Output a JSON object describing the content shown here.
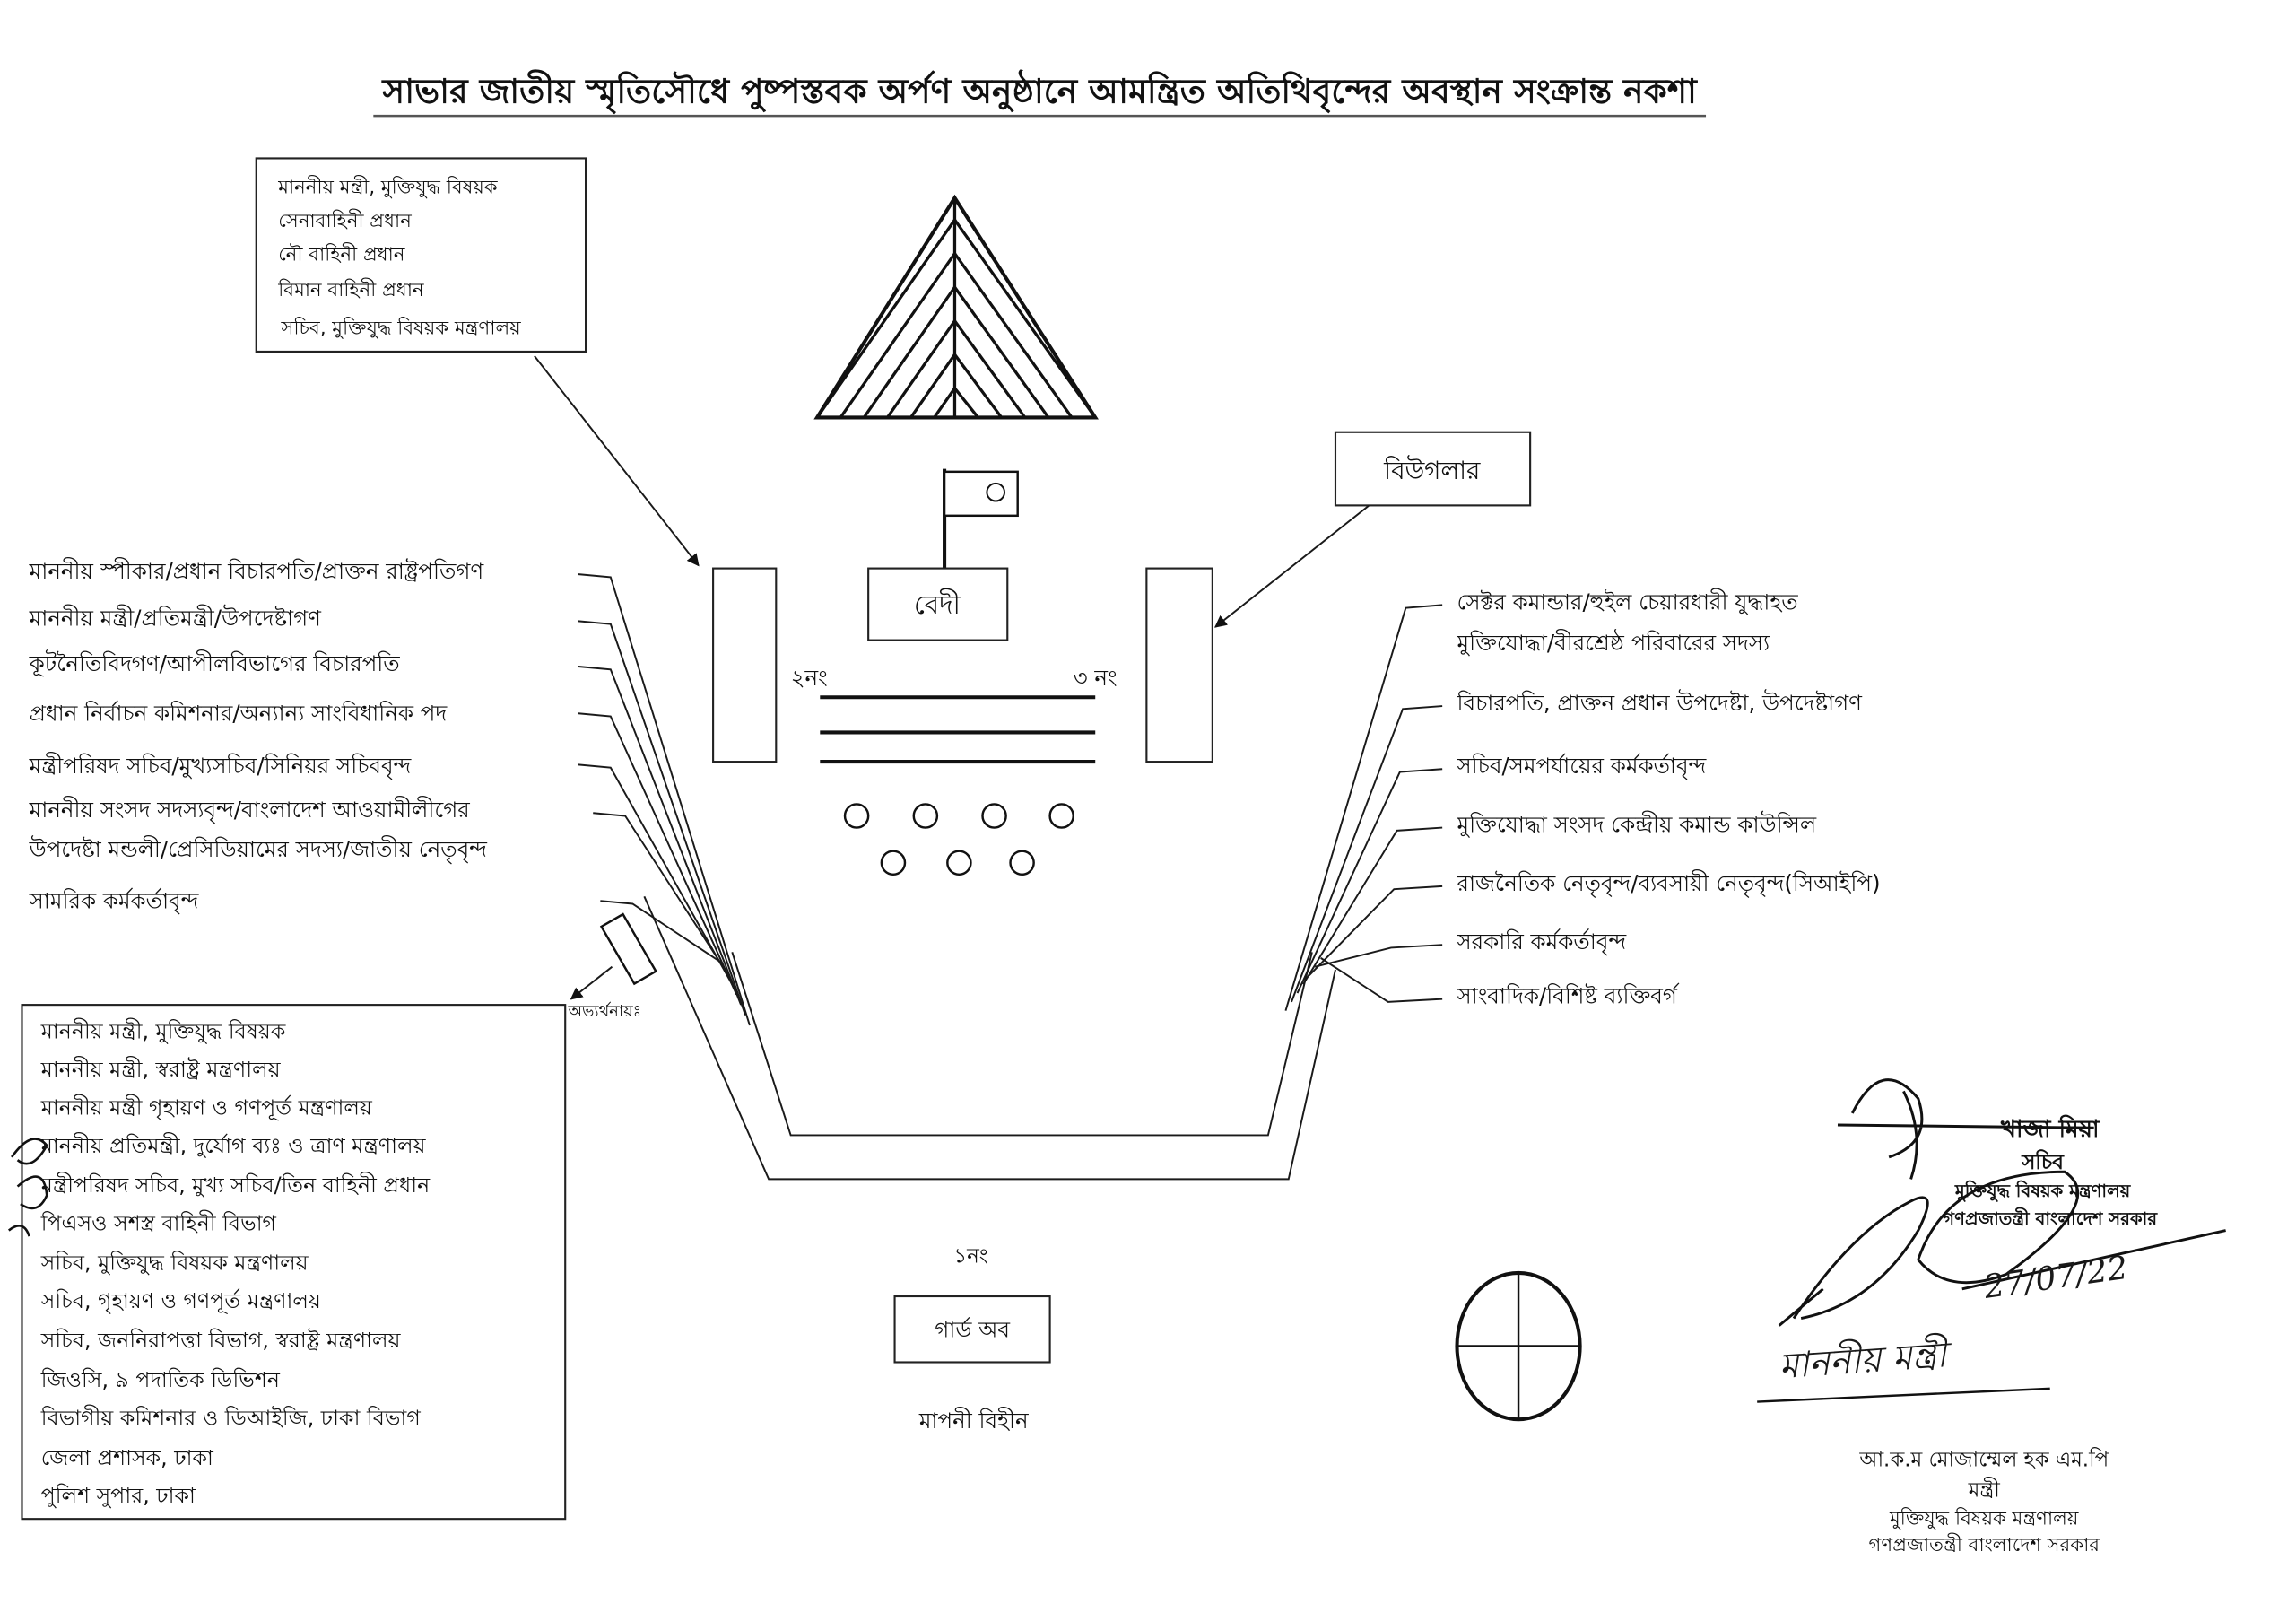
{
  "title": "সাভার জাতীয় স্মৃতিসৌধে পুষ্পস্তবক অর্পণ অনুষ্ঠানে আমন্ত্রিত অতিথিবৃন্দের অবস্থান সংক্রান্ত নকশা",
  "top_box": [
    "মাননীয় মন্ত্রী, মুক্তিযুদ্ধ বিষয়ক",
    "সেনাবাহিনী প্রধান",
    "নৌ বাহিনী প্রধান",
    "বিমান বাহিনী প্রধান",
    "সচিব, মুক্তিযুদ্ধ বিষয়ক মন্ত্রণালয়"
  ],
  "bugler": "বিউগলার",
  "bedi": "বেদী",
  "position_2": "২নং",
  "position_3": "৩ নং",
  "position_1": "১নং",
  "guard": "গার্ড অব",
  "scale_note": "মাপনী বিহীন",
  "reception_label": "অভ্যর্থনায়ঃ",
  "left_labels": [
    "মাননীয় স্পীকার/প্রধান বিচারপতি/প্রাক্তন রাষ্ট্রপতিগণ",
    "মাননীয় মন্ত্রী/প্রতিমন্ত্রী/উপদেষ্টাগণ",
    "কূটনৈতিবিদগণ/আপীলবিভাগের বিচারপতি",
    "প্রধান নির্বাচন কমিশনার/অন্যান্য সাংবিধানিক পদ",
    "মন্ত্রীপরিষদ সচিব/মুখ্যসচিব/সিনিয়র সচিববৃন্দ",
    "মাননীয় সংসদ সদস্যবৃন্দ/বাংলাদেশ আওয়ামীলীগের",
    "উপদেষ্টা মন্ডলী/প্রেসিডিয়ামের সদস্য/জাতীয় নেতৃবৃন্দ",
    "সামরিক কর্মকর্তাবৃন্দ"
  ],
  "right_labels": [
    "সেক্টর কমান্ডার/হুইল চেয়ারধারী যুদ্ধাহত",
    "মুক্তিযোদ্ধা/বীরশ্রেষ্ঠ পরিবারের সদস্য",
    "বিচারপতি, প্রাক্তন প্রধান উপদেষ্টা, উপদেষ্টাগণ",
    "সচিব/সমপর্যায়ের কর্মকর্তাবৃন্দ",
    "মুক্তিযোদ্ধা সংসদ কেন্দ্রীয় কমান্ড কাউন্সিল",
    "রাজনৈতিক নেতৃবৃন্দ/ব্যবসায়ী নেতৃবৃন্দ(সিআইপি)",
    "সরকারি কর্মকর্তাবৃন্দ",
    "সাংবাদিক/বিশিষ্ট ব্যক্তিবর্গ"
  ],
  "reception_box": [
    "মাননীয় মন্ত্রী, মুক্তিযুদ্ধ বিষয়ক",
    "মাননীয় মন্ত্রী, স্বরাষ্ট্র মন্ত্রণালয়",
    "মাননীয় মন্ত্রী গৃহায়ণ ও গণপূর্ত মন্ত্রণালয়",
    "মাননীয় প্রতিমন্ত্রী, দুর্যোগ ব্যঃ ও ত্রাণ মন্ত্রণালয়",
    "মন্ত্রীপরিষদ সচিব, মুখ্য সচিব/তিন বাহিনী প্রধান",
    "পিএসও সশস্ত্র বাহিনী বিভাগ",
    "সচিব, মুক্তিযুদ্ধ বিষয়ক মন্ত্রণালয়",
    "সচিব, গৃহায়ণ ও গণপূর্ত মন্ত্রণালয়",
    "সচিব, জননিরাপত্তা বিভাগ, স্বরাষ্ট্র মন্ত্রণালয়",
    "জিওসি, ৯ পদাতিক ডিভিশন",
    "বিভাগীয় কমিশনার ও ডিআইজি, ঢাকা বিভাগ",
    "জেলা প্রশাসক, ঢাকা",
    "পুলিশ সুপার, ঢাকা"
  ],
  "secretary_stamp": {
    "name": "খাজা মিয়া",
    "designation": "সচিব",
    "ministry": "মুক্তিযুদ্ধ বিষয়ক মন্ত্রণালয়",
    "government": "গণপ্রজাতন্ত্রী বাংলাদেশ সরকার"
  },
  "handwritten": {
    "note": "মাননীয় মন্ত্রী",
    "date": "27/07/22"
  },
  "minister_block": {
    "name": "আ.ক.ম মোজাম্মেল হক এম.পি",
    "designation": "মন্ত্রী",
    "ministry": "মুক্তিযুদ্ধ বিষয়ক মন্ত্রণালয়",
    "government": "গণপ্রজাতন্ত্রী বাংলাদেশ সরকার"
  }
}
